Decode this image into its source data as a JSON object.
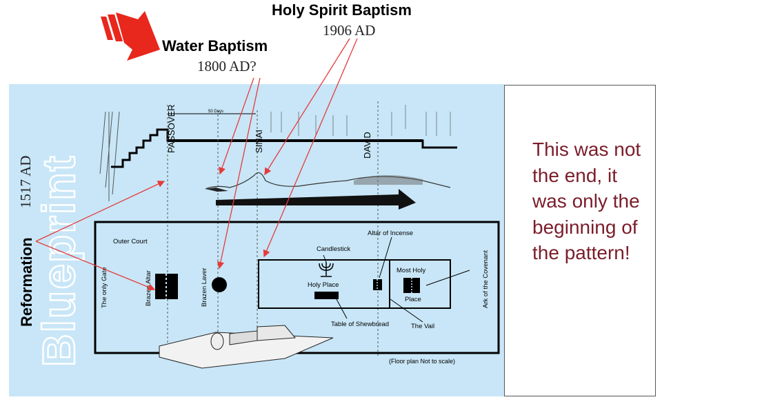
{
  "headings": {
    "holy_spirit_title": "Holy Spirit Baptism",
    "holy_spirit_date": "1906 AD",
    "water_title": "Water Baptism",
    "water_date": "1800 AD?",
    "reformation_title": "Reformation",
    "reformation_date": "1517 AD"
  },
  "watermark": "Blueprint",
  "timeline": {
    "labels": [
      "PASSOVER",
      "SINAI",
      "DAVID"
    ],
    "interval_label": "50 Days"
  },
  "floor_plan": {
    "outer_court": "Outer Court",
    "only_gate": "The only Gate",
    "brazen_altar": "Brazen Altar",
    "brazen_laver": "Brazen Laver",
    "candlestick": "Candlestick",
    "altar_of_incense": "Altar of Incense",
    "holy_place": "Holy Place",
    "most_holy": "Most Holy",
    "place": "Place",
    "table_of_shewbread": "Table of Shewbread",
    "the_vail": "The Vail",
    "ark_of_covenant": "Ark of the Covenant",
    "scale_note": "(Floor plan Not to scale)"
  },
  "note": "This was not the end, it was only the beginning of the pattern!",
  "colors": {
    "panel_bg": "#c8e6f7",
    "arrow_red": "#e8271d",
    "note_text": "#7a1d2a",
    "pointer_red": "#e53b3b"
  },
  "icons": [
    "red-arrow-icon",
    "candlestick-icon"
  ]
}
